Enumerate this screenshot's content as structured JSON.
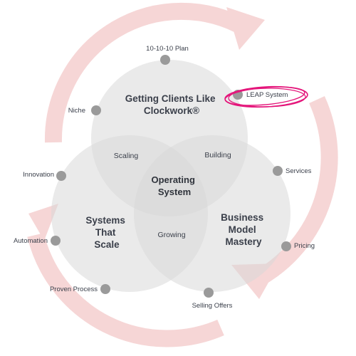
{
  "colors": {
    "arrow": "#f6d6d6",
    "circle_fill": "#d9d9d9",
    "circle_opacity": 0.55,
    "node": "#9a9a9a",
    "highlight": "#e4157a",
    "text": "#3a3f4a"
  },
  "circles": {
    "top": {
      "line1": "Getting Clients Like",
      "line2": "Clockwork®"
    },
    "left": {
      "line1": "Systems",
      "line2": "That",
      "line3": "Scale"
    },
    "right": {
      "line1": "Business",
      "line2": "Model",
      "line3": "Mastery"
    }
  },
  "overlaps": {
    "top_left": "Scaling",
    "top_right": "Building",
    "left_right": "Growing"
  },
  "center": {
    "line1": "Operating",
    "line2": "System"
  },
  "nodes": {
    "plan": "10-10-10 Plan",
    "niche": "Niche",
    "leap": "LEAP System",
    "innovation": "Innovation",
    "services": "Services",
    "automation": "Automation",
    "pricing": "Pricing",
    "proven_process": "Proven Process",
    "selling_offers": "Selling Offers"
  }
}
